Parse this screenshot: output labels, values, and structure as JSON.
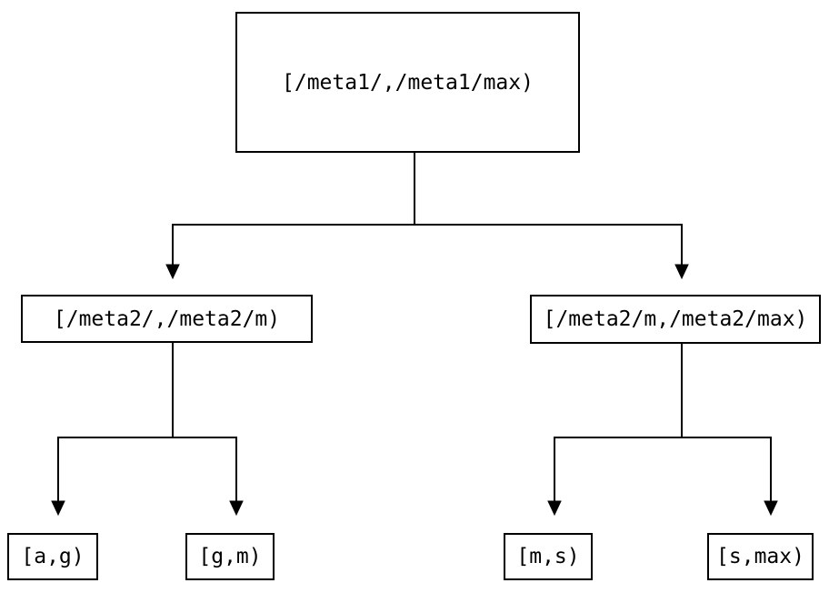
{
  "diagram": {
    "type": "binary-tree",
    "colors": {
      "background": "#ffffff",
      "line": "#000000",
      "text": "#000000",
      "node_border": "#000000",
      "node_fill": "#ffffff"
    },
    "nodes": {
      "root": {
        "label": "[/meta1/,/meta1/max)"
      },
      "meta2_low": {
        "label": "[/meta2/,/meta2/m)"
      },
      "meta2_high": {
        "label": "[/meta2/m,/meta2/max)"
      },
      "leaf_ag": {
        "label": "[a,g)"
      },
      "leaf_gm": {
        "label": "[g,m)"
      },
      "leaf_ms": {
        "label": "[m,s)"
      },
      "leaf_smax": {
        "label": "[s,max)"
      }
    },
    "edges": [
      {
        "from": "root",
        "to": "meta2_low"
      },
      {
        "from": "root",
        "to": "meta2_high"
      },
      {
        "from": "meta2_low",
        "to": "leaf_ag"
      },
      {
        "from": "meta2_low",
        "to": "leaf_gm"
      },
      {
        "from": "meta2_high",
        "to": "leaf_ms"
      },
      {
        "from": "meta2_high",
        "to": "leaf_smax"
      }
    ]
  }
}
